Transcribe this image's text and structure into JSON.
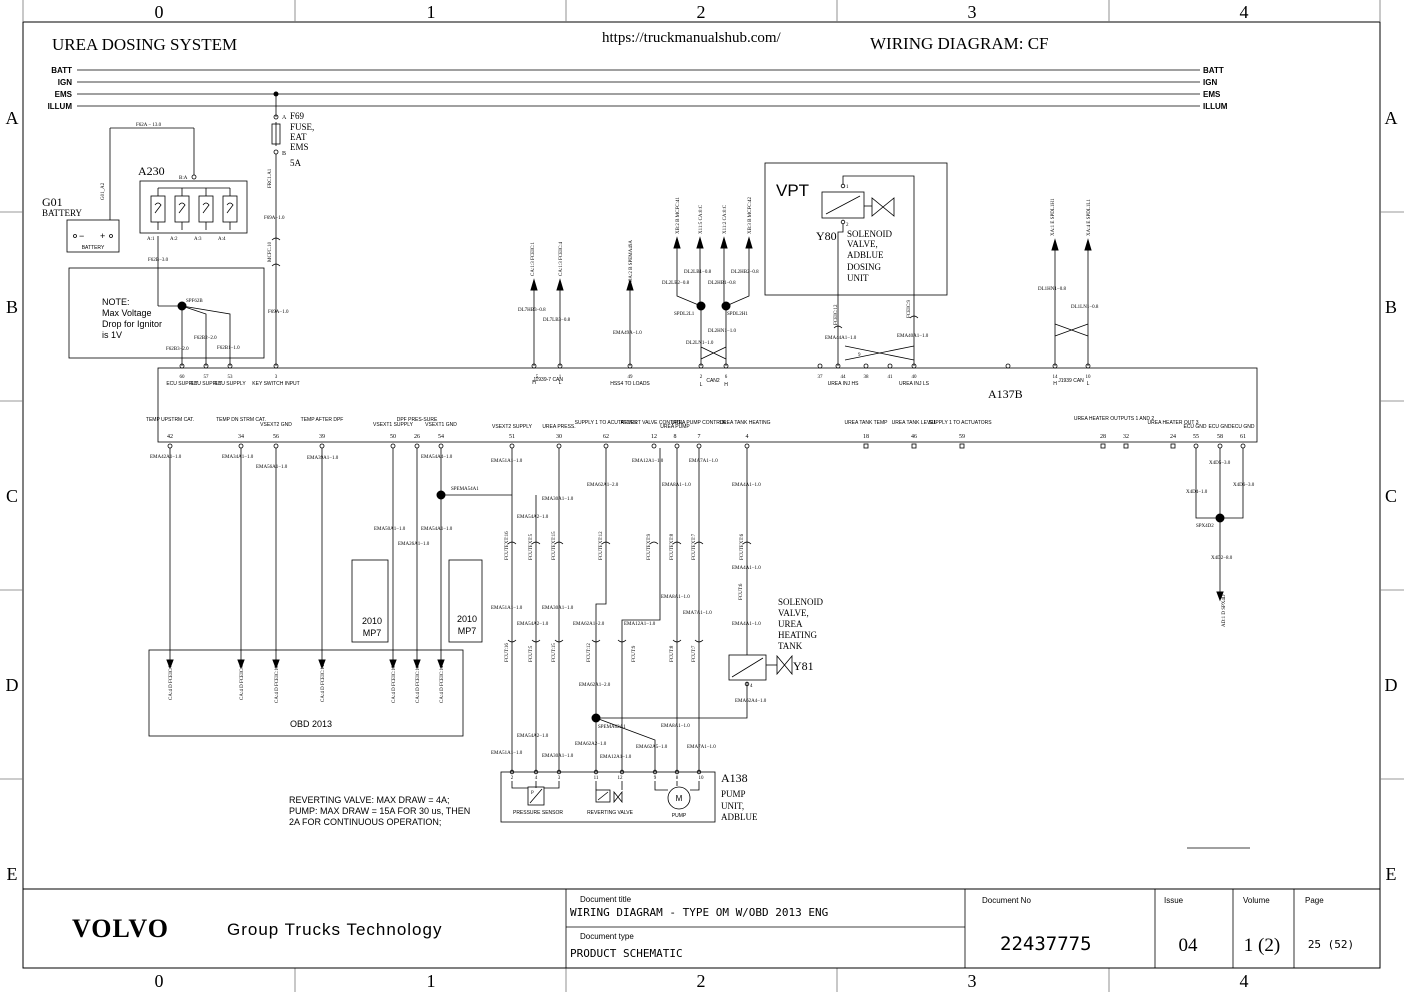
{
  "header": {
    "title": "UREA DOSING SYSTEM",
    "url": "https://truckmanualshub.com/",
    "diagram": "WIRING DIAGRAM: CF"
  },
  "grid": {
    "columns": [
      "0",
      "1",
      "2",
      "3",
      "4"
    ],
    "rows": [
      "A",
      "B",
      "C",
      "D",
      "E"
    ]
  },
  "rails": [
    "BATT",
    "IGN",
    "EMS",
    "ILLUM"
  ],
  "fuse": {
    "id": "F69",
    "desc": [
      "FUSE,",
      "EAT",
      "EMS"
    ],
    "rating": "5A",
    "pin_a": "A",
    "pin_b": "B",
    "wire_in": "FRC1.A1",
    "wire_out": "F69A−1.0",
    "wire_mcfc": "MCFC.10",
    "wire_down": "F69A−1.0"
  },
  "battery": {
    "id": "G01",
    "name": "BATTERY",
    "label": "BATTERY",
    "minus": "−",
    "plus": "+",
    "wire": "G01_A2"
  },
  "relay": {
    "id": "A230",
    "top_pin": "B:A",
    "pins": [
      "A:1",
      "A:2",
      "A:3",
      "A:4"
    ],
    "wire_top": "F62A − 13.0",
    "wire_down": "F62B−3.0"
  },
  "note": {
    "lines": [
      "NOTE:",
      "Max Voltage",
      "Drop for Ignitor",
      "is 1V"
    ],
    "splice": "SPF62B",
    "wires": [
      "F62B3−2.0",
      "F62B2−2.0",
      "F62B1−1.0"
    ]
  },
  "vpt": {
    "title": "VPT",
    "id": "Y80",
    "desc": [
      "SOLENOID",
      "VALVE,",
      "ADBLUE",
      "DOSING",
      "UNIT"
    ],
    "pin1": "1",
    "pin2": "2",
    "conn_left": "FCEIC:12",
    "conn_right": "FCEIC:9",
    "wire_left": "EMA44A1−1.0",
    "wire_right": "EMA40A1−1.0"
  },
  "ecu": {
    "id": "A137B",
    "top_pins": [
      {
        "num": "60",
        "label": "ECU SUPPLY"
      },
      {
        "num": "57",
        "label": "ECU SUPPLY"
      },
      {
        "num": "53",
        "label": "ECU SUPPLY"
      },
      {
        "num": "3",
        "label": "KEY SWITCH INPUT"
      },
      {
        "num": "5",
        "label": "H"
      },
      {
        "num": "1",
        "label": "L"
      },
      {
        "num": "49",
        "label": "HSS4 TO LOADS"
      },
      {
        "num": "2",
        "label": "L"
      },
      {
        "num": "6",
        "label": "H"
      },
      {
        "num": "37",
        "label": ""
      },
      {
        "num": "44",
        "label": "UREA INJ HS"
      },
      {
        "num": "38",
        "label": ""
      },
      {
        "num": "41",
        "label": ""
      },
      {
        "num": "40",
        "label": "UREA INJ LS"
      },
      {
        "num": "14",
        "label": "H"
      },
      {
        "num": "10",
        "label": "L"
      }
    ],
    "can_labels": [
      "J1939-7 CAN",
      "CAN2",
      "J1939 CAN"
    ],
    "bottom_pins": [
      {
        "num": "42",
        "label": "TEMP UPSTRM CAT."
      },
      {
        "num": "34",
        "label": "TEMP DN STRM CAT."
      },
      {
        "num": "56",
        "label": "VSEXT2 GND"
      },
      {
        "num": "39",
        "label": "TEMP AFTER DPF"
      },
      {
        "num": "50",
        "label": "VSEXT1 SUPPLY"
      },
      {
        "num": "26",
        "label": "DPF PRES-SURE"
      },
      {
        "num": "54",
        "label": "VSEXT1 GND"
      },
      {
        "num": "51",
        "label": "VSEXT2 SUPPLY"
      },
      {
        "num": "30",
        "label": "UREA PRESS."
      },
      {
        "num": "62",
        "label": "SUPPLY 1 TO ACUTATORS"
      },
      {
        "num": "12",
        "label": "REVERT VALVE CONTROL"
      },
      {
        "num": "8",
        "label": "UREA PUMP"
      },
      {
        "num": "7",
        "label": "UREA PUMP CONTROL"
      },
      {
        "num": "4",
        "label": "UREA TANK HEATING"
      },
      {
        "num": "18",
        "label": "UREA TANK TEMP"
      },
      {
        "num": "46",
        "label": "UREA TANK LEVEL"
      },
      {
        "num": "59",
        "label": "SUPPLY 1 TO ACTUATORS"
      },
      {
        "num": "28",
        "label": ""
      },
      {
        "num": "32",
        "label": "UREA HEATER OUTPUTS 1 AND 2"
      },
      {
        "num": "24",
        "label": "UREA HEATER OUT 3"
      },
      {
        "num": "55",
        "label": "ECU GND"
      },
      {
        "num": "58",
        "label": "ECU GND"
      },
      {
        "num": "61",
        "label": "ECU GND"
      }
    ]
  },
  "can_wires": {
    "xb_left": "XB:2 B MCFC:41",
    "x115": "X11:5 CA:0:C",
    "x112": "X11:2 CA:0:C",
    "xb_right": "XB:3 B MCFC:42",
    "ca13": "CA:1:3 FCEIC:1",
    "ca13b": "CA:1:3 FCEIC:4",
    "spema": "CA:2 B SPEMA49A",
    "dl7hb3": "DL7HB3−0.8",
    "dl7lb3": "DL7LB3−0.8",
    "ema49a": "EMA49A−1.0",
    "dl2lb1": "DL2LB1−0.8",
    "dl2hb2": "DL2HB2−0.8",
    "dl2lb2": "DL2LB2−0.8",
    "dl2hb1": "DL2HB1−0.8",
    "spdl2l": "SPDL2L1",
    "spdl2h": "SPDL2H1",
    "dl2hn1": "DL2HN1−1.0",
    "dl2ln1": "DL2LN1−1.0",
    "xa1e": "XA:1 E SPDL1H1",
    "xa4e": "XA:4 E SPDL1L1",
    "dl1hn1": "DL1HN1−0.8",
    "dl1ln1": "DL1LN1−0.8"
  },
  "lower_wires": {
    "ema42a1": "EMA42A1−1.0",
    "ema34a1": "EMA34A1−1.0",
    "ema56a1": "EMA56A1−1.0",
    "ema39a1": "EMA39A1−1.0",
    "ema50a1": "EMA50A1−1.0",
    "ema26a1": "EMA26A1−1.0",
    "ema54a4": "EMA54A4−1.0",
    "ema54a1": "EMA54A1−1.0",
    "spema54a1": "SPEMA54A1",
    "ema51a1": "EMA51A1−1.0",
    "ema30a1": "EMA30A1−1.0",
    "ema54a2": "EMA54A2−1.0",
    "ema62a1": "EMA62A1−2.0",
    "ema12a1": "EMA12A1−1.0",
    "ema8a1": "EMA8A1−1.0",
    "ema7a1": "EMA7A1−1.0",
    "ema4a1": "EMA4A1−1.0",
    "spema62a1": "SPEMA62A1",
    "ema62a2": "EMA62A2−1.0",
    "ema62a5": "EMA62A5−1.0",
    "ema62a4": "EMA62A4−1.0",
    "fcutext16": "FCUTEXT:16",
    "fcutext5": "FCUTEXT:5",
    "fcutext15": "FCUTEXT:15",
    "fcutext12": "FCUTEXT:12",
    "fcutext9": "FCUTEXT:9",
    "fcutext8": "FCUTEXT:8",
    "fcutext7": "FCUTEXT:7",
    "fcutext6": "FCUTEXT:6",
    "fcut16": "FCUT:16",
    "fcut5": "FCUT:5",
    "fcut15": "FCUT:15",
    "fcut12": "FCUT:12",
    "fcut9": "FCUT:9",
    "fcut8": "FCUT:8",
    "fcut7": "FCUT:7",
    "fcut6": "FCUT:6",
    "x4d5": "X4D5−3.0",
    "x4d6": "X4D6−3.0",
    "x4d4": "X4D4−1.0",
    "spx4d2": "SPX4D2",
    "x4d2": "X4D2−8.0",
    "ad1d": "AD:1 D SPX4D"
  },
  "mp7": [
    {
      "year": "2010",
      "name": "MP7"
    },
    {
      "year": "2010",
      "name": "MP7"
    }
  ],
  "obd": {
    "title": "OBD 2013",
    "connectors": [
      "CA:4 D FCEIC:7",
      "CA:4 D FCEIC:8",
      "CA:4 D FCEIC:13",
      "CA:4 D FCEIC:11",
      "CA:4 D FCEIC:15",
      "CA:4 D FCEIC:10",
      "CA:4 D FCEIC:14"
    ]
  },
  "heater": {
    "id": "Y81",
    "desc": [
      "SOLENOID",
      "VALVE,",
      "UREA",
      "HEATING",
      "TANK"
    ],
    "pin": "4"
  },
  "pump": {
    "id": "A138",
    "desc": [
      "PUMP",
      "UNIT,",
      "ADBLUE"
    ],
    "pins": [
      "2",
      "4",
      "3",
      "11",
      "12",
      "9",
      "8",
      "10"
    ],
    "parts": [
      "PRESSURE SENSOR",
      "REVERTING VALVE",
      "PUMP"
    ],
    "motor": "M",
    "sensor_p": "P"
  },
  "revert_note": [
    "REVERTING VALVE: MAX DRAW = 4A;",
    "PUMP: MAX DRAW = 15A FOR 30 us, THEN",
    "2A FOR CONTINUOUS OPERATION;"
  ],
  "title_block": {
    "brand": "VOLVO",
    "company": "Group Trucks Technology",
    "doc_title_label": "Document title",
    "doc_title": "WIRING DIAGRAM - TYPE OM W/OBD 2013 ENG",
    "doc_type_label": "Document type",
    "doc_type": "PRODUCT SCHEMATIC",
    "doc_no_label": "Document No",
    "doc_no": "22437775",
    "issue_label": "Issue",
    "issue": "04",
    "volume_label": "Volume",
    "volume": "1 (2)",
    "page_label": "Page",
    "page": "25 (52)"
  }
}
